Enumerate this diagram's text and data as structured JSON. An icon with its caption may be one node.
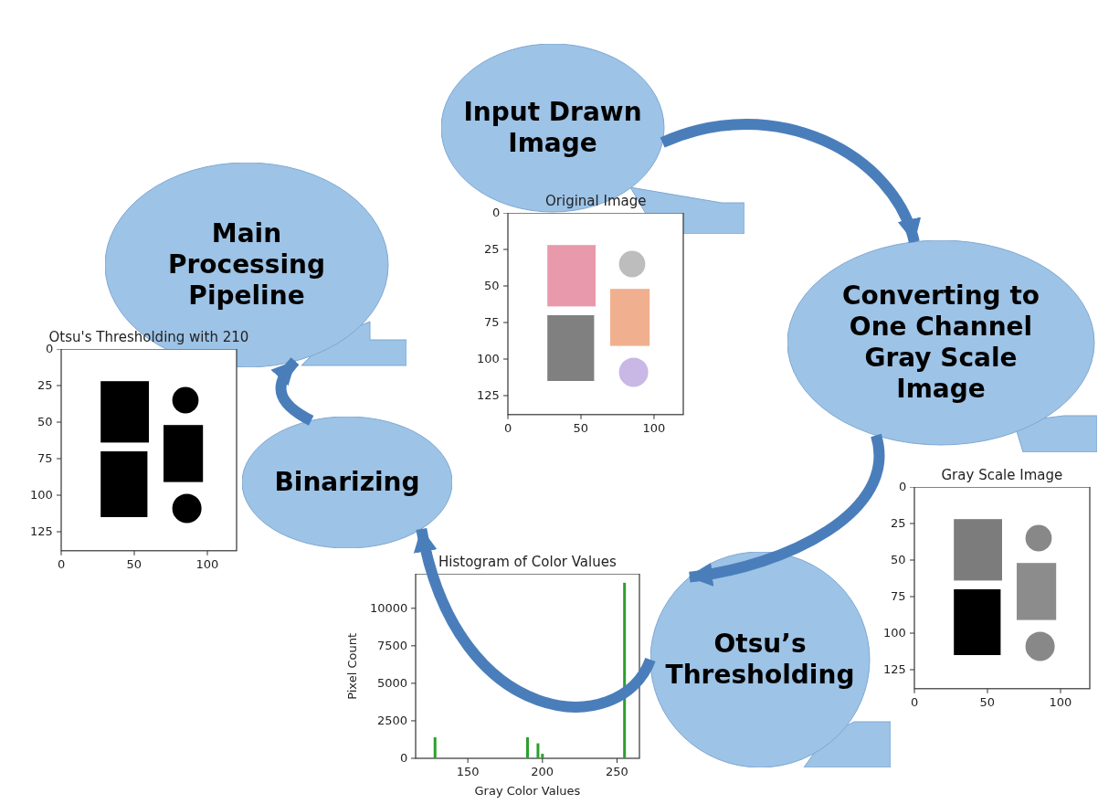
{
  "diagram": {
    "nodes": [
      {
        "text": [
          "Main Processing Pipeline"
        ]
      },
      {
        "text": [
          "Input Drawn Image"
        ]
      },
      {
        "text": [
          "Converting to One Channel Gray Scale Image"
        ]
      },
      {
        "text": [
          "Otsu’s Thresholding"
        ]
      },
      {
        "text": [
          "Binarizing"
        ]
      }
    ],
    "edges": [
      {
        "from": 1,
        "to": 2,
        "arrow": "to"
      },
      {
        "from": 2,
        "to": 3,
        "arrow": "to"
      },
      {
        "from": 3,
        "to": 4,
        "arrow": "to"
      },
      {
        "from": 4,
        "to": 0,
        "arrow": "to"
      }
    ],
    "labels": [
      "Original Image",
      "0",
      "25",
      "50",
      "75",
      "100",
      "125",
      "0",
      "50",
      "100",
      "Otsu's Thresholding with 210",
      "0",
      "25",
      "50",
      "75",
      "100",
      "125",
      "0",
      "50",
      "100",
      "Gray Scale Image",
      "0",
      "25",
      "50",
      "75",
      "100",
      "125",
      "0",
      "50",
      "100"
    ],
    "chart_data": {
      "type": "bar",
      "title": "Histogram of Color Values",
      "xlabel": "Gray Color Values",
      "ylabel": "Pixel Count",
      "x": [
        128,
        190,
        197,
        200,
        255
      ],
      "series": [
        {
          "color": "#2ca02c",
          "values": [
            1400,
            1400,
            1000,
            300,
            11700
          ]
        }
      ],
      "xlim": [
        115,
        265
      ],
      "ylim": [
        0,
        12300
      ],
      "xticks": [
        150,
        200,
        250
      ],
      "yticks": [
        0,
        2500,
        5000,
        7500,
        10000
      ]
    }
  }
}
